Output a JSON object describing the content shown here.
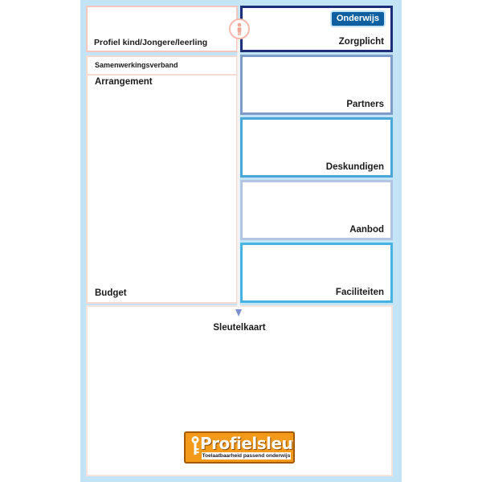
{
  "profile": {
    "label": "Profiel kind/Jongere/leerling"
  },
  "arrangement_panel": {
    "samenwerkingsverband": "Samenwerkingsverband",
    "arrangement": "Arrangement",
    "budget": "Budget"
  },
  "right_panels": {
    "onderwijs_tag": "Onderwijs",
    "zorgplicht": "Zorgplicht",
    "partners": "Partners",
    "deskundigen": "Deskundigen",
    "aanbod": "Aanbod",
    "faciliteiten": "Faciliteiten"
  },
  "sleutelkaart": {
    "label": "Sleutelkaart"
  },
  "logo": {
    "title": "Profielsleutel",
    "subtitle": "Toelaatbaarheid passend onderwijs"
  },
  "icons": {
    "person": "person-icon",
    "key": "key-icon",
    "arrow": "arrow-down-icon"
  },
  "colors": {
    "background": "#c3e3f6",
    "zorgplicht_border": "#1d2f78",
    "onderwijs_tag": "#0d5fa0",
    "logo_orange": "#f39a1b",
    "profile_border": "#f3c7bf"
  }
}
